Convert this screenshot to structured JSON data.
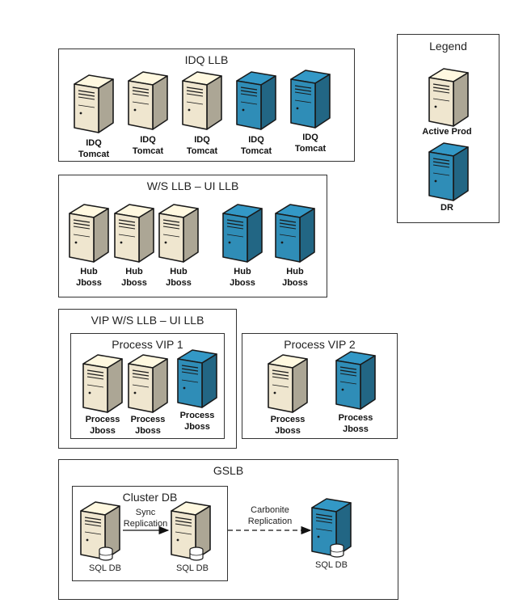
{
  "legend": {
    "title": "Legend",
    "active_label": "Active Prod",
    "dr_label": "DR",
    "colors": {
      "active": "#efe6cf",
      "dr": "#2f8db7"
    }
  },
  "idq": {
    "title": "IDQ LLB",
    "servers": [
      {
        "line1": "IDQ",
        "line2": "Tomcat",
        "type": "active"
      },
      {
        "line1": "IDQ",
        "line2": "Tomcat",
        "type": "active"
      },
      {
        "line1": "IDQ",
        "line2": "Tomcat",
        "type": "active"
      },
      {
        "line1": "IDQ",
        "line2": "Tomcat",
        "type": "dr"
      },
      {
        "line1": "IDQ",
        "line2": "Tomcat",
        "type": "dr"
      }
    ]
  },
  "ws": {
    "title": "W/S LLB – UI LLB",
    "servers": [
      {
        "line1": "Hub",
        "line2": "Jboss",
        "type": "active"
      },
      {
        "line1": "Hub",
        "line2": "Jboss",
        "type": "active"
      },
      {
        "line1": "Hub",
        "line2": "Jboss",
        "type": "active"
      },
      {
        "line1": "Hub",
        "line2": "Jboss",
        "type": "dr"
      },
      {
        "line1": "Hub",
        "line2": "Jboss",
        "type": "dr"
      }
    ]
  },
  "vip": {
    "title": "VIP W/S LLB – UI LLB",
    "pv1": {
      "title": "Process VIP 1",
      "servers": [
        {
          "line1": "Process",
          "line2": "Jboss",
          "type": "active"
        },
        {
          "line1": "Process",
          "line2": "Jboss",
          "type": "active"
        },
        {
          "line1": "Process",
          "line2": "Jboss",
          "type": "dr"
        }
      ]
    }
  },
  "pv2": {
    "title": "Process VIP 2",
    "servers": [
      {
        "line1": "Process",
        "line2": "Jboss",
        "type": "active"
      },
      {
        "line1": "Process",
        "line2": "Jboss",
        "type": "dr"
      }
    ]
  },
  "gslb": {
    "title": "GSLB",
    "cluster_title": "Cluster DB",
    "sync_line1": "Sync",
    "sync_line2": "Replication",
    "carb_line1": "Carbonite",
    "carb_line2": "Replication",
    "db1_label": "SQL DB",
    "db2_label": "SQL DB",
    "db3_label": "SQL DB"
  }
}
